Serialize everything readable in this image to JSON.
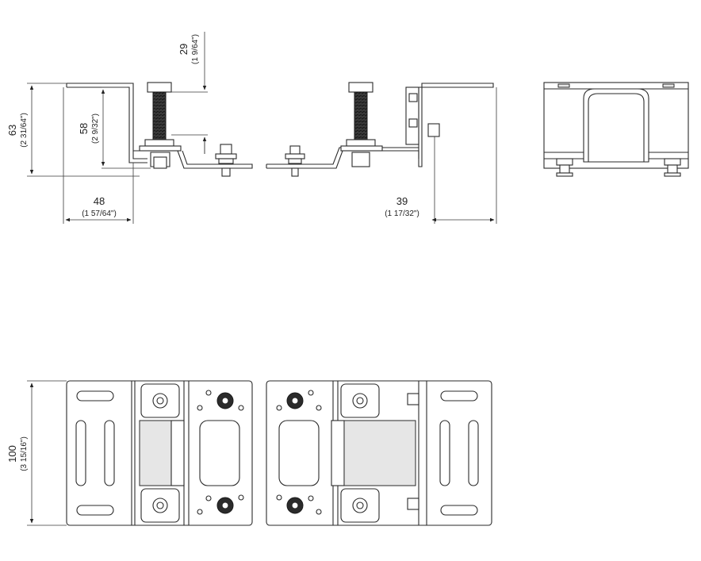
{
  "dimensions": {
    "d63": {
      "mm": "63",
      "inch": "(2 31/64\")"
    },
    "d58": {
      "mm": "58",
      "inch": "(2 9/32\")"
    },
    "d29": {
      "mm": "29",
      "inch": "(1 9/64\")"
    },
    "d48": {
      "mm": "48",
      "inch": "(1 57/64\")"
    },
    "d39": {
      "mm": "39",
      "inch": "(1 17/32\")"
    },
    "d100": {
      "mm": "100",
      "inch": "(3 15/16\")"
    }
  }
}
